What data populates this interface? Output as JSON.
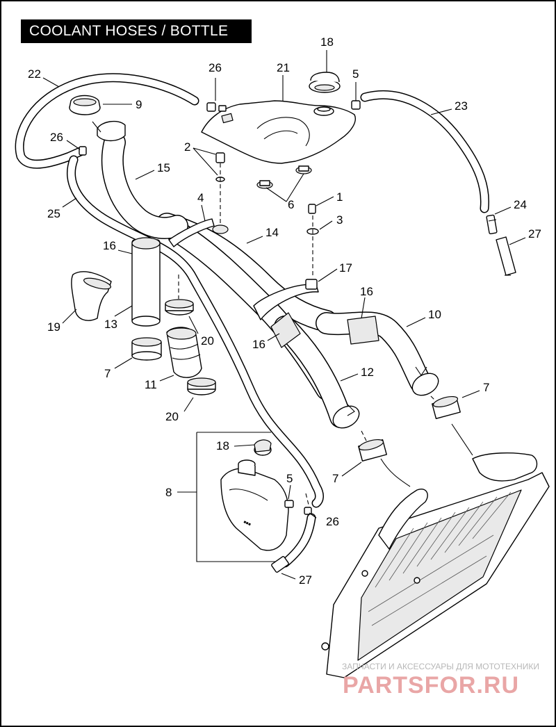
{
  "title": "COOLANT HOSES / BOTTLE",
  "callouts": [
    "22",
    "26",
    "21",
    "18",
    "5",
    "9",
    "23",
    "26",
    "2",
    "15",
    "25",
    "4",
    "1",
    "24",
    "6",
    "3",
    "27",
    "14",
    "16",
    "17",
    "19",
    "13",
    "16",
    "10",
    "20",
    "16",
    "12",
    "7",
    "11",
    "7",
    "20",
    "18",
    "8",
    "5",
    "7",
    "26",
    "27"
  ],
  "watermark": {
    "line1": "ЗАПЧАСТИ И АКСЕССУАРЫ ДЛЯ МОТОТЕХНИКИ",
    "line2": "PARTSFOR.RU"
  }
}
